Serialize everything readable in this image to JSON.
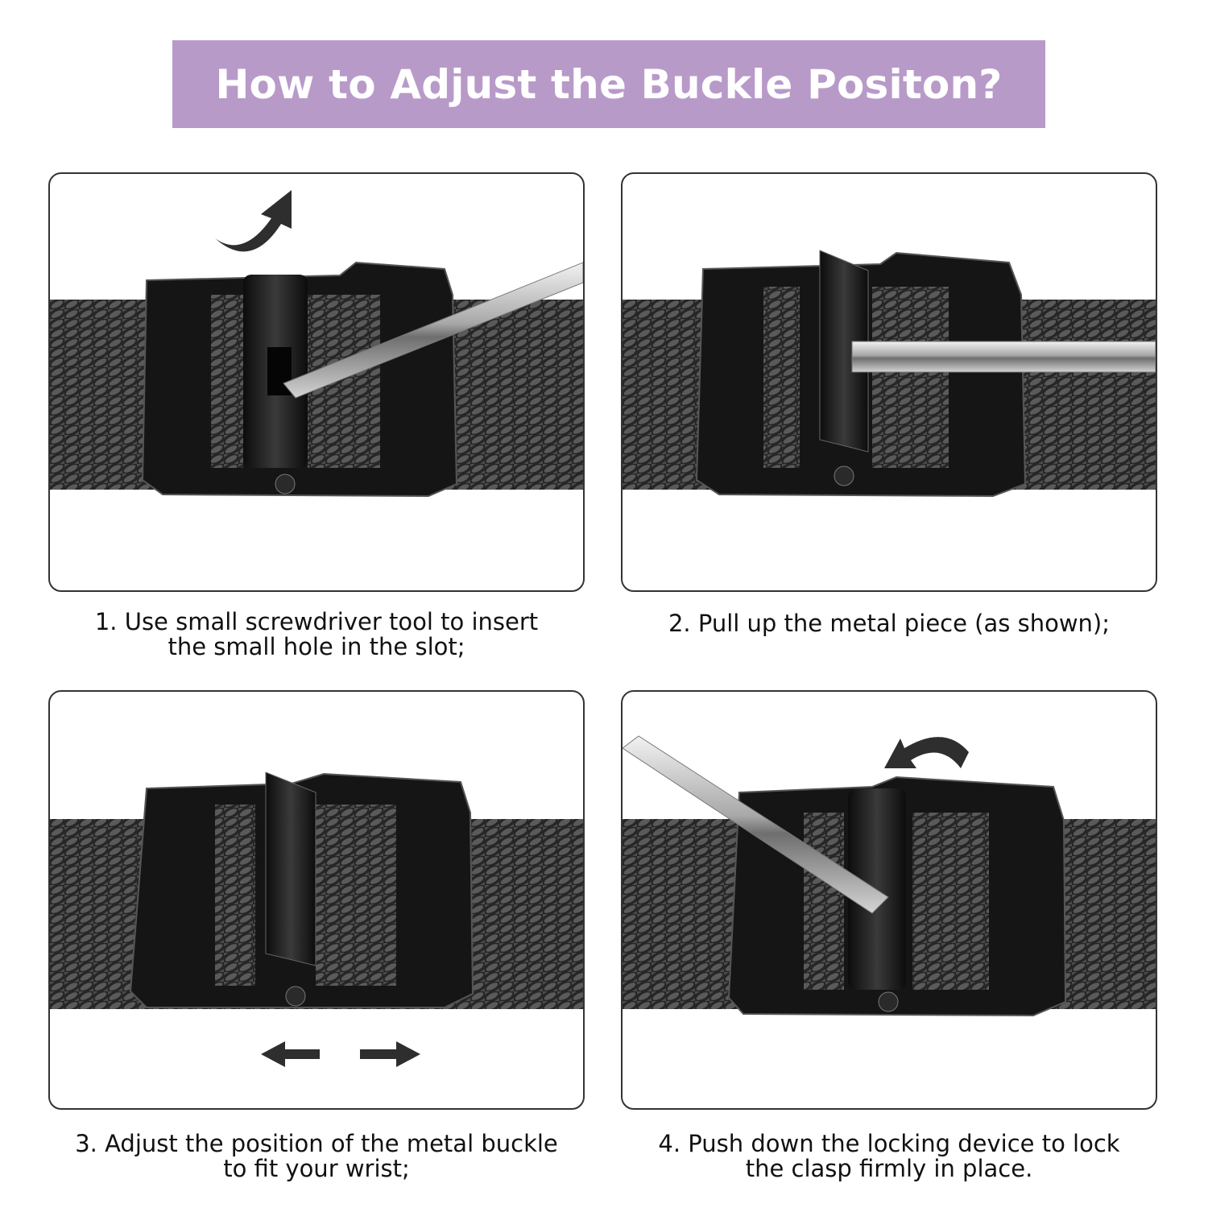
{
  "header": {
    "title": "How to Adjust the Buckle Positon?"
  },
  "colors": {
    "banner_bg": "#b89ac9",
    "banner_text": "#ffffff",
    "panel_border": "#333333",
    "caption_text": "#111111",
    "mesh": "#3a3a3a",
    "buckle": "#1b1b1b",
    "tool": "#b8b8b8"
  },
  "steps": [
    {
      "line1": "1. Use small screwdriver tool to insert",
      "line2": "the small hole in the slot;"
    },
    {
      "line1": "2. Pull up the metal piece (as shown);",
      "line2": ""
    },
    {
      "line1": "3. Adjust the position of the metal buckle",
      "line2": "to fit your wrist;"
    },
    {
      "line1": "4. Push down the locking device to lock",
      "line2": "the clasp firmly in place."
    }
  ]
}
